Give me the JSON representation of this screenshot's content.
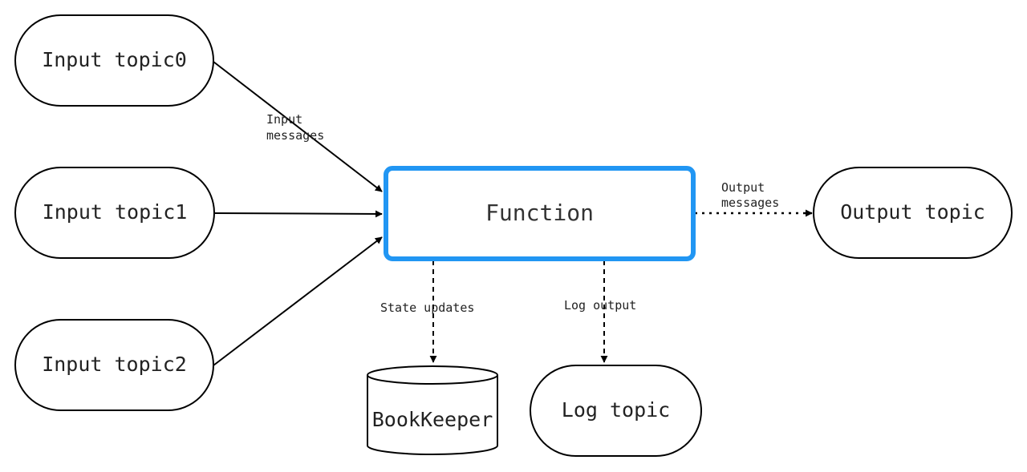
{
  "nodes": {
    "input_topic0": "Input topic0",
    "input_topic1": "Input topic1",
    "input_topic2": "Input topic2",
    "function": "Function",
    "output_topic": "Output topic",
    "bookkeeper": "BookKeeper",
    "log_topic": "Log topic"
  },
  "edges": {
    "input_messages_line1": "Input",
    "input_messages_line2": "messages",
    "output_messages_line1": "Output",
    "output_messages_line2": "messages",
    "state_updates": "State updates",
    "log_output": "Log output"
  },
  "colors": {
    "function_border": "#2196F3",
    "stroke": "#000000"
  }
}
